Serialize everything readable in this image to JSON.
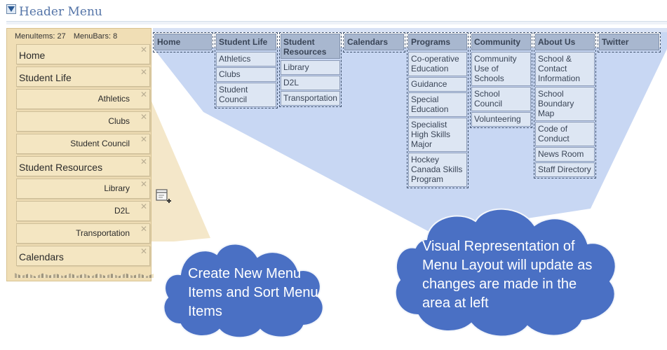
{
  "header": {
    "title": "Header Menu"
  },
  "left_panel": {
    "menu_items_count": "MenuItems: 27",
    "menu_bars_count": "MenuBars: 8",
    "items": [
      {
        "label": "Home",
        "level": "top"
      },
      {
        "label": "Student Life",
        "level": "top"
      },
      {
        "label": "Athletics",
        "level": "sub"
      },
      {
        "label": "Clubs",
        "level": "sub"
      },
      {
        "label": "Student Council",
        "level": "sub"
      },
      {
        "label": "Student Resources",
        "level": "top"
      },
      {
        "label": "Library",
        "level": "sub"
      },
      {
        "label": "D2L",
        "level": "sub"
      },
      {
        "label": "Transportation",
        "level": "sub"
      },
      {
        "label": "Calendars",
        "level": "top"
      }
    ],
    "close_glyph": "✕",
    "add_icon": "add-menu-item-icon"
  },
  "menu_layout": {
    "bars": [
      {
        "label": "Home",
        "items": []
      },
      {
        "label": "Student Life",
        "items": [
          "Athletics",
          "Clubs",
          "Student Council"
        ]
      },
      {
        "label": "Student Resources",
        "items": [
          "Library",
          "D2L",
          "Transportation"
        ]
      },
      {
        "label": "Calendars",
        "items": []
      },
      {
        "label": "Programs",
        "items": [
          "Co-operative Education",
          "Guidance",
          "Special Education",
          "Specialist High Skills Major",
          "Hockey Canada Skills Program"
        ]
      },
      {
        "label": "Community",
        "items": [
          "Community Use of Schools",
          "School Council",
          "Volunteering"
        ]
      },
      {
        "label": "About Us",
        "items": [
          "School & Contact Information",
          "School Boundary Map",
          "Code of Conduct",
          "News Room",
          "Staff Directory"
        ]
      },
      {
        "label": "Twitter",
        "items": []
      }
    ]
  },
  "callouts": {
    "left": "Create New Menu Items and Sort Menu Items",
    "right": "Visual Representation of Menu Layout will update as changes are made in the area at left"
  },
  "colors": {
    "panel": "#f0deb5",
    "projection": "#c8d7f3",
    "cloud": "#4a70c4",
    "menubar": "#a8b7cf"
  }
}
